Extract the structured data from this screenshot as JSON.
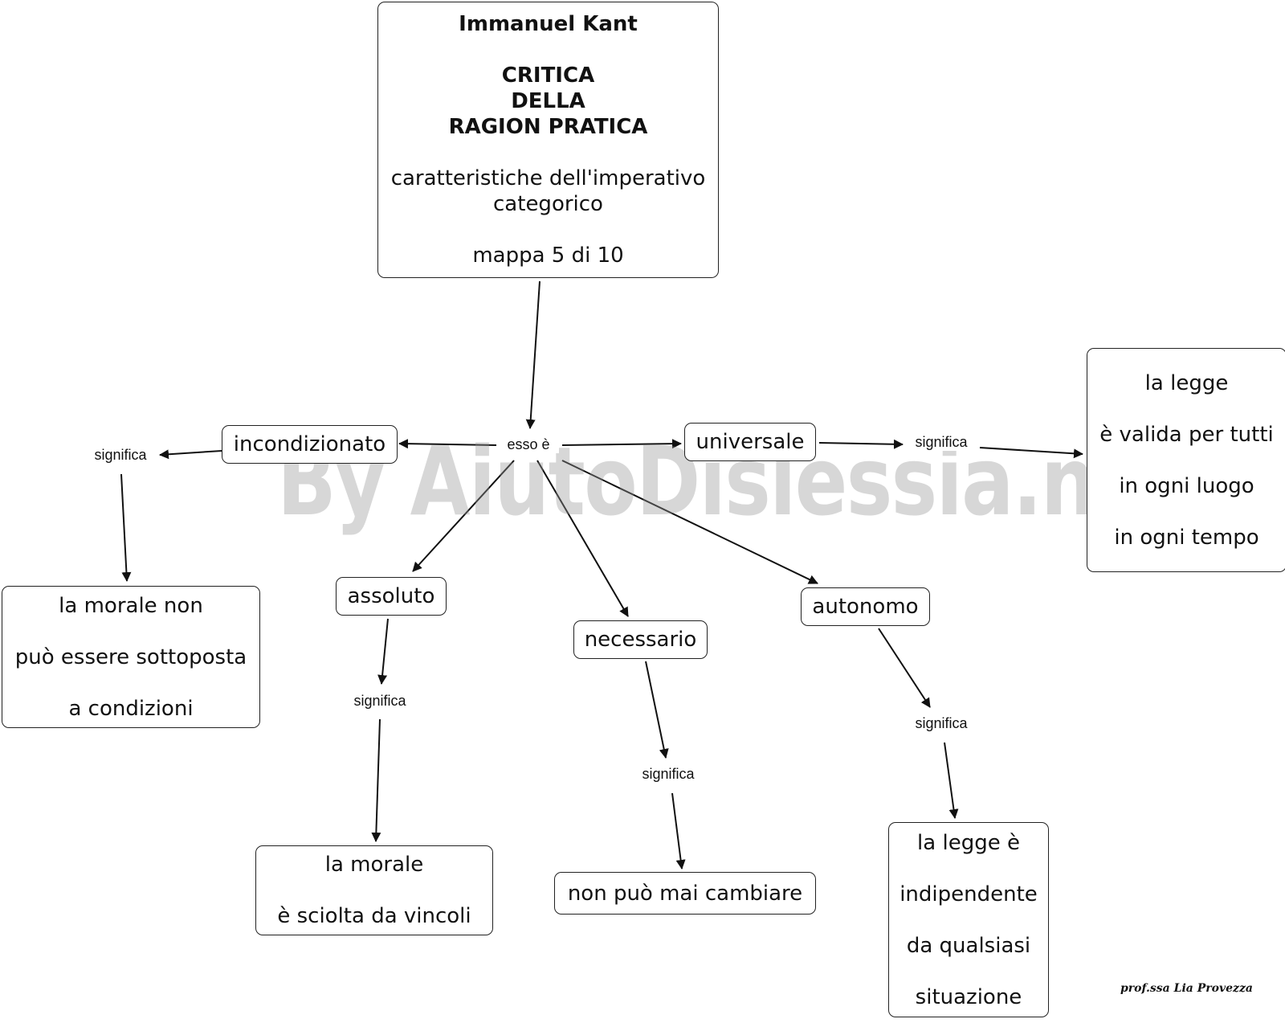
{
  "title": {
    "author": "Immanuel Kant",
    "work": [
      "CRITICA",
      "DELLA",
      "RAGION PRATICA"
    ],
    "subtitle": [
      "caratteristiche dell'imperativo",
      "categorico"
    ],
    "map": "mappa 5  di 10"
  },
  "hub_label": "esso è",
  "link_word": "significa",
  "concepts": {
    "incondizionato": "incondizionato",
    "universale": "universale",
    "assoluto": "assoluto",
    "necessario": "necessario",
    "autonomo": "autonomo"
  },
  "meanings": {
    "incondizionato": [
      "la morale non",
      "può essere sottoposta",
      "a condizioni"
    ],
    "universale": [
      "la legge",
      "è valida per tutti",
      "in ogni luogo",
      "in ogni tempo"
    ],
    "assoluto": [
      "la morale",
      "è sciolta da vincoli"
    ],
    "necessario": [
      "non può mai cambiare"
    ],
    "autonomo": [
      "la legge è",
      "indipendente",
      "da qualsiasi",
      "situazione"
    ]
  },
  "watermark": "By AiutoDislessia.net",
  "signature": "prof.ssa Lia Provezza"
}
